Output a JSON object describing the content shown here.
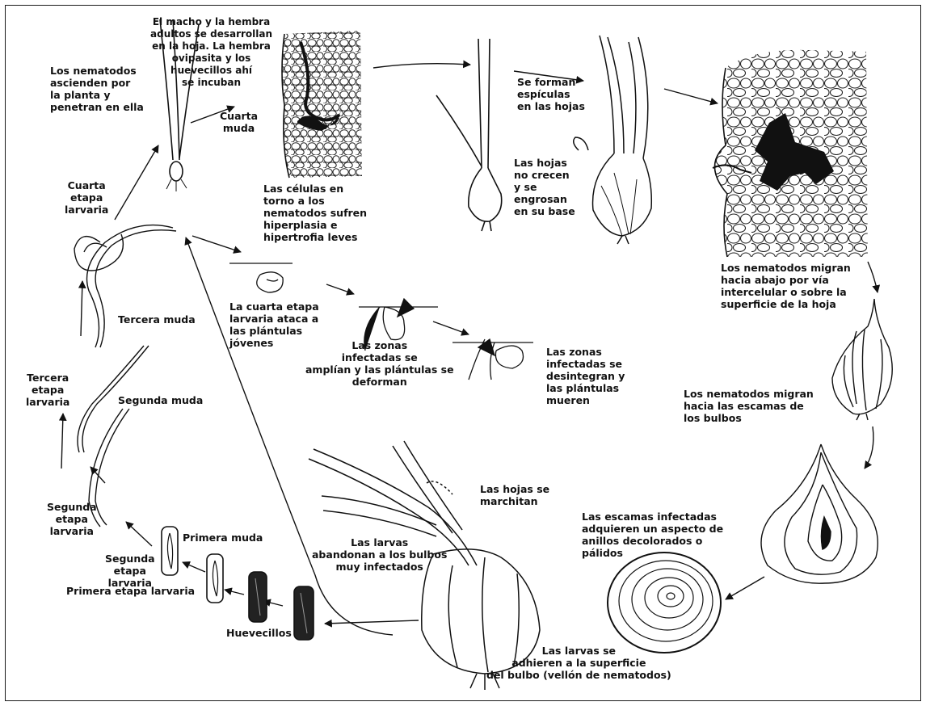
{
  "diagram": {
    "labels": {
      "nematodes_ascend": "Los nematodos\nascienden por\nla planta y\npenetran en ella",
      "adults_develop": "El macho y la hembra\nadultos se desarrollan\nen la hoja. La hembra\novipasita y los\nhuevecillos ahí\nse incuban",
      "fourth_molt": "Cuarta\nmuda",
      "fourth_stage_larva": "Cuarta\netapa\nlarvaria",
      "cells_hyperplasia": "Las células en\ntorno a los\nnematodos sufren\nhiperplasia e\nhipertrofia leves",
      "spicules_form": "Se forman\nespículas\nen las hojas",
      "leaves_thicken": "Las hojas\nno crecen\ny se\nengrosan\nen su base",
      "migrate_down": "Los nematodos migran\nhacia abajo por vía\nintercelular o sobre la\nsuperficie de la hoja",
      "fourth_stage_attacks": "La cuarta etapa\nlarvaria ataca a\nlas plántulas\njóvenes",
      "zones_enlarge": "Las zonas\ninfectadas se\namplían y las plántulas se\ndeforman",
      "zones_disintegrate": "Las zonas\ninfectadas se\ndesintegran y\nlas plántulas\nmueren",
      "migrate_scales": "Los nematodos migran\nhacia las escamas de\nlos bulbos",
      "third_molt": "Tercera muda",
      "third_stage_larva": "Tercera\netapa\nlarvaria",
      "second_molt": "Segunda muda",
      "leaves_wilt": "Las hojas se\nmarchitan",
      "scales_discolored": "Las escamas infectadas\nadquieren un aspecto de\nanillos decolorados o\npálidos",
      "larvae_leave": "Las larvas\nabandonan a los bulbos\nmuy infectados",
      "second_stage_larva_a": "Segunda\netapa\nlarvaria",
      "first_molt": "Primera muda",
      "second_stage_larva_b": "Segunda\netapa\nlarvaria",
      "first_stage_larva": "Primera etapa larvaria",
      "eggs": "Huevecillos",
      "larvae_adhere": "Las larvas se\nadhieren a la superficie\ndel bulbo (vellón de nematodos)"
    }
  }
}
